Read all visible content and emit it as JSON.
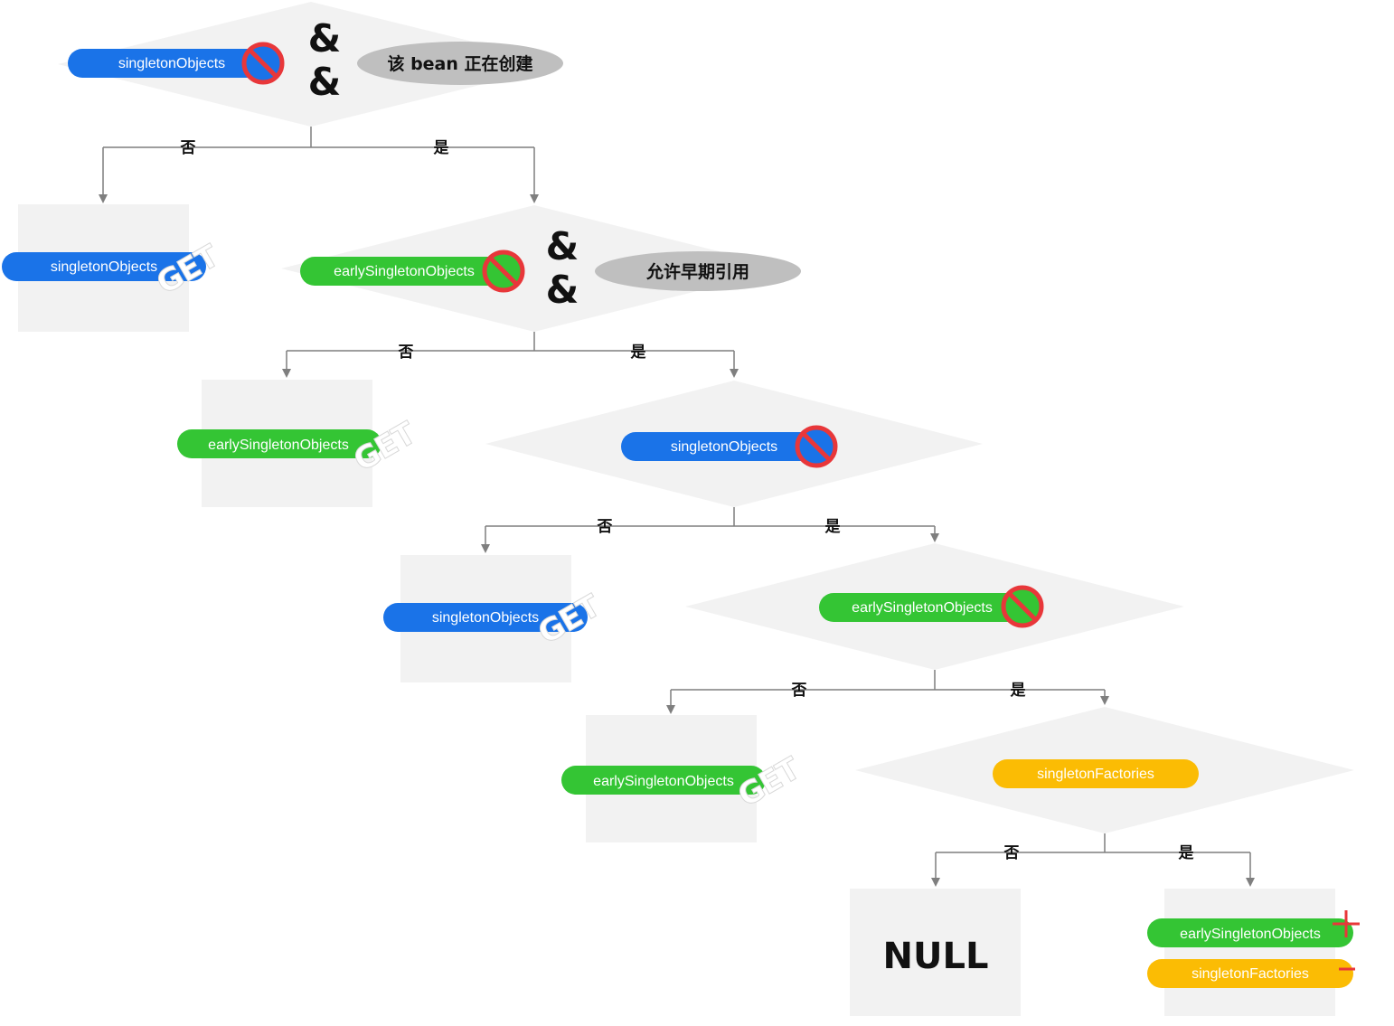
{
  "colors": {
    "singletonObjects": "#1a73e8",
    "earlySingletonObjects": "#34c534",
    "singletonFactories": "#fbbc04",
    "diamond": "#f2f2f2",
    "box": "#f2f2f2",
    "condition": "#bfbfbf",
    "forbid": "#e8373a",
    "connector": "#7f7f7f"
  },
  "labels": {
    "amp": "&",
    "no": "否",
    "yes": "是",
    "get": "GET",
    "null": "NULL",
    "plus": "+",
    "minus": "−"
  },
  "caches": {
    "singletonObjects": "singletonObjects",
    "earlySingletonObjects": "earlySingletonObjects",
    "singletonFactories": "singletonFactories"
  },
  "conditions": {
    "creating": "该 bean 正在创建",
    "allowEarly": "允许早期引用"
  },
  "icons": [
    "forbidden-icon",
    "get-stamp-icon",
    "plus-icon",
    "minus-icon",
    "arrowhead-icon"
  ]
}
